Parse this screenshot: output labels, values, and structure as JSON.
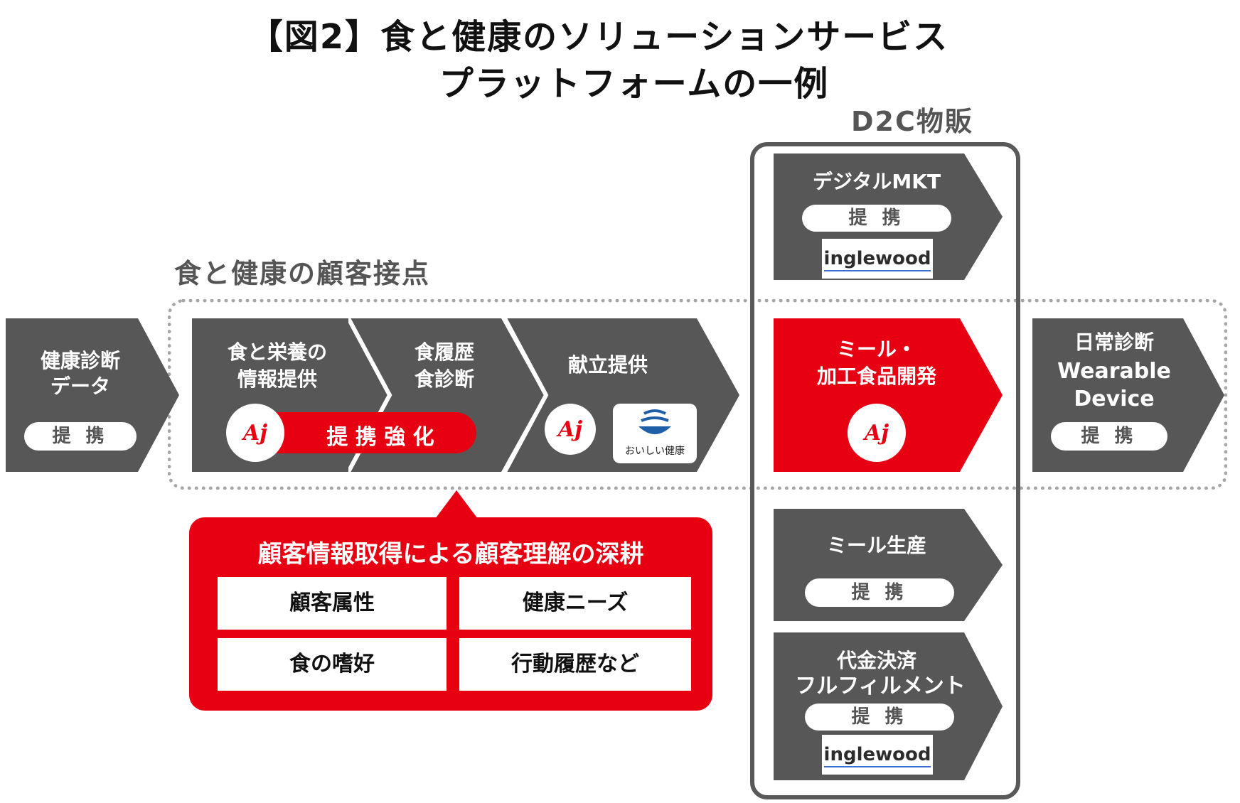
{
  "title": {
    "line1": "【図2】食と健康のソリューションサービス",
    "line2": "プラットフォームの一例"
  },
  "labels": {
    "d2c": "D2C物販",
    "touchpoints": "食と健康の顧客接点"
  },
  "colors": {
    "gray": "#575757",
    "red": "#e60012",
    "frame": "#595959",
    "dots": "#a6a6a6"
  },
  "chevrons": {
    "health_check": {
      "line1": "健康診断",
      "line2": "データ",
      "tag": "提 携"
    },
    "nutrition": {
      "line1": "食と栄養の",
      "line2": "情報提供"
    },
    "meal_history": {
      "line1": "食履歴",
      "line2": "食診断"
    },
    "menu": {
      "line1": "献立提供",
      "oishii_label": "おいしい健康"
    },
    "meal_dev": {
      "line1": "ミール・",
      "line2": "加工食品開発"
    },
    "daily": {
      "line1": "日常診断",
      "line2": "Wearable",
      "line3": "Device",
      "tag": "提 携"
    },
    "digital_mkt": {
      "line1": "デジタルMKT",
      "tag": "提 携",
      "partner": "inglewood"
    },
    "meal_prod": {
      "line1": "ミール生産",
      "tag": "提 携"
    },
    "payment": {
      "line1": "代金決済",
      "line2": "フルフィルメント",
      "tag": "提 携",
      "partner": "inglewood"
    }
  },
  "partnership_strengthening": "提 携 強 化",
  "ajinomoto_logo": "Aj",
  "insight": {
    "heading": "顧客情報取得による顧客理解の深耕",
    "cells": [
      "顧客属性",
      "健康ニーズ",
      "食の嗜好",
      "行動履歴など"
    ]
  }
}
